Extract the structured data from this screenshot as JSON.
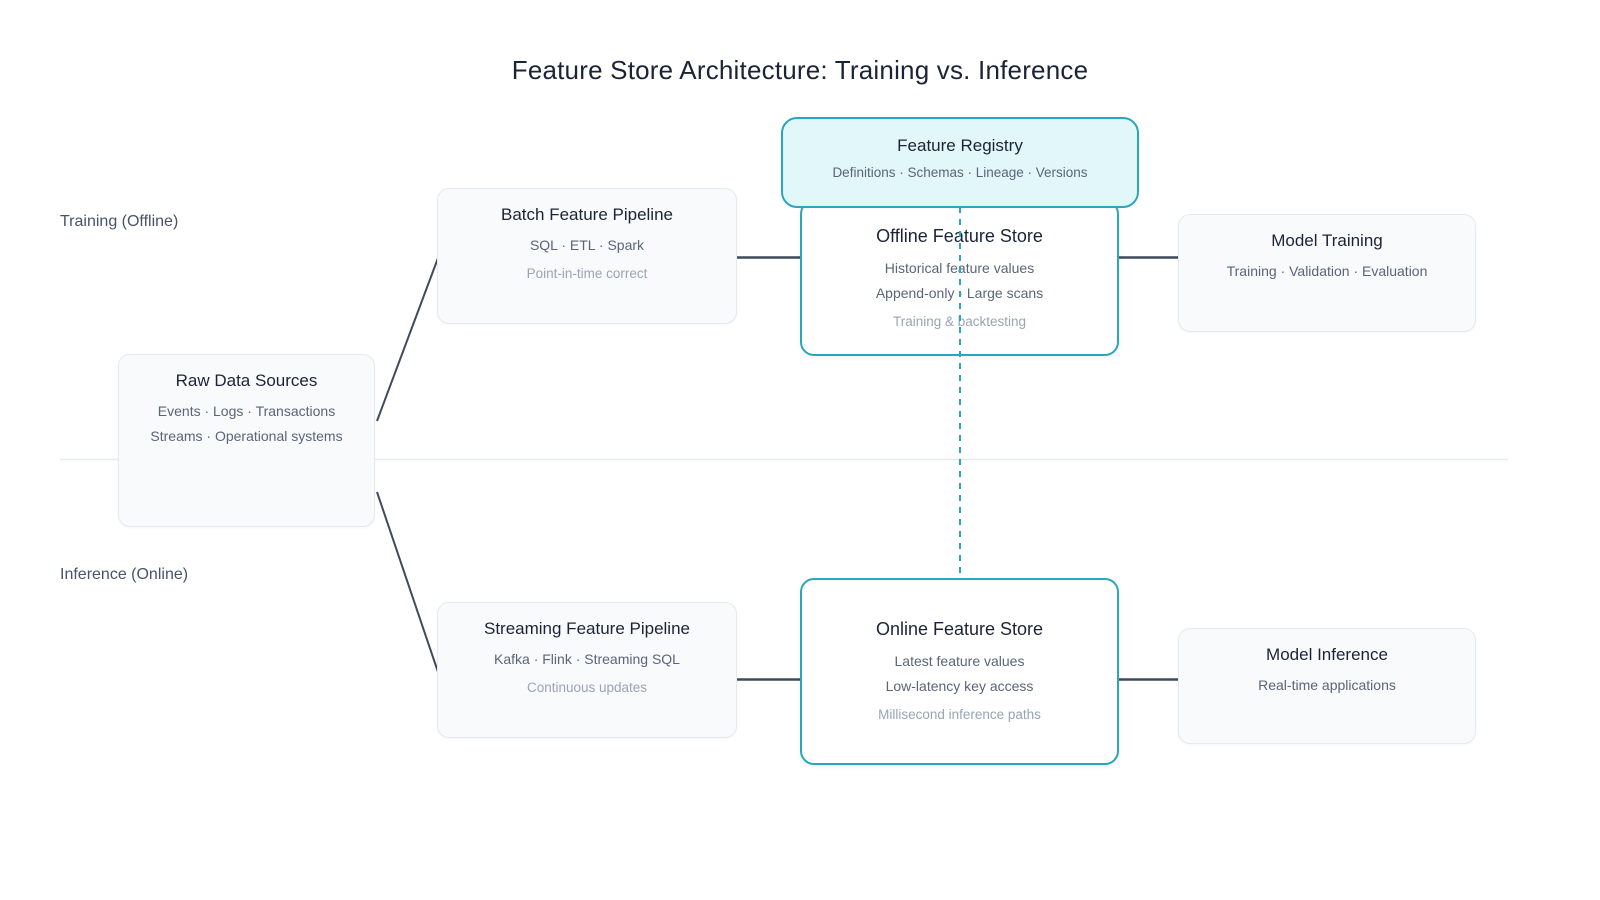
{
  "title": "Feature Store Architecture: Training vs. Inference",
  "lanes": {
    "training_label": "Training (Offline)",
    "inference_label": "Inference (Online)"
  },
  "nodes": {
    "raw": {
      "title": "Raw Data Sources",
      "lines": [
        "Events · Logs · Transactions",
        "Streams · Operational systems"
      ]
    },
    "batch": {
      "title": "Batch Feature Pipeline",
      "lines": [
        "SQL · ETL · Spark"
      ],
      "muted": "Point-in-time correct"
    },
    "streaming": {
      "title": "Streaming Feature Pipeline",
      "lines": [
        "Kafka · Flink · Streaming SQL"
      ],
      "muted": "Continuous updates"
    },
    "registry": {
      "title": "Feature Registry",
      "lines": [
        "Definitions · Schemas · Lineage · Versions"
      ]
    },
    "offline": {
      "title": "Offline Feature Store",
      "lines": [
        "Historical feature values",
        "Append-only · Large scans"
      ],
      "muted": "Training & backtesting"
    },
    "online": {
      "title": "Online Feature Store",
      "lines": [
        "Latest feature values",
        "Low-latency key access"
      ],
      "muted": "Millisecond inference paths"
    },
    "model_training": {
      "title": "Model Training",
      "lines": [
        "Training · Validation · Evaluation"
      ]
    },
    "model_inference": {
      "title": "Model Inference",
      "lines": [
        "Real-time applications"
      ]
    }
  },
  "colors": {
    "accent_teal": "#2aa7ba",
    "accent_teal_fill": "#e2f7fa",
    "connector_dark": "#3f4a5c",
    "divider_gray": "#e8eaee",
    "node_fill": "#f8fafc",
    "node_border": "#e5e9f0",
    "title_text": "#1b2436",
    "body_text": "#5a6578",
    "muted_text": "#9aa4b4"
  }
}
